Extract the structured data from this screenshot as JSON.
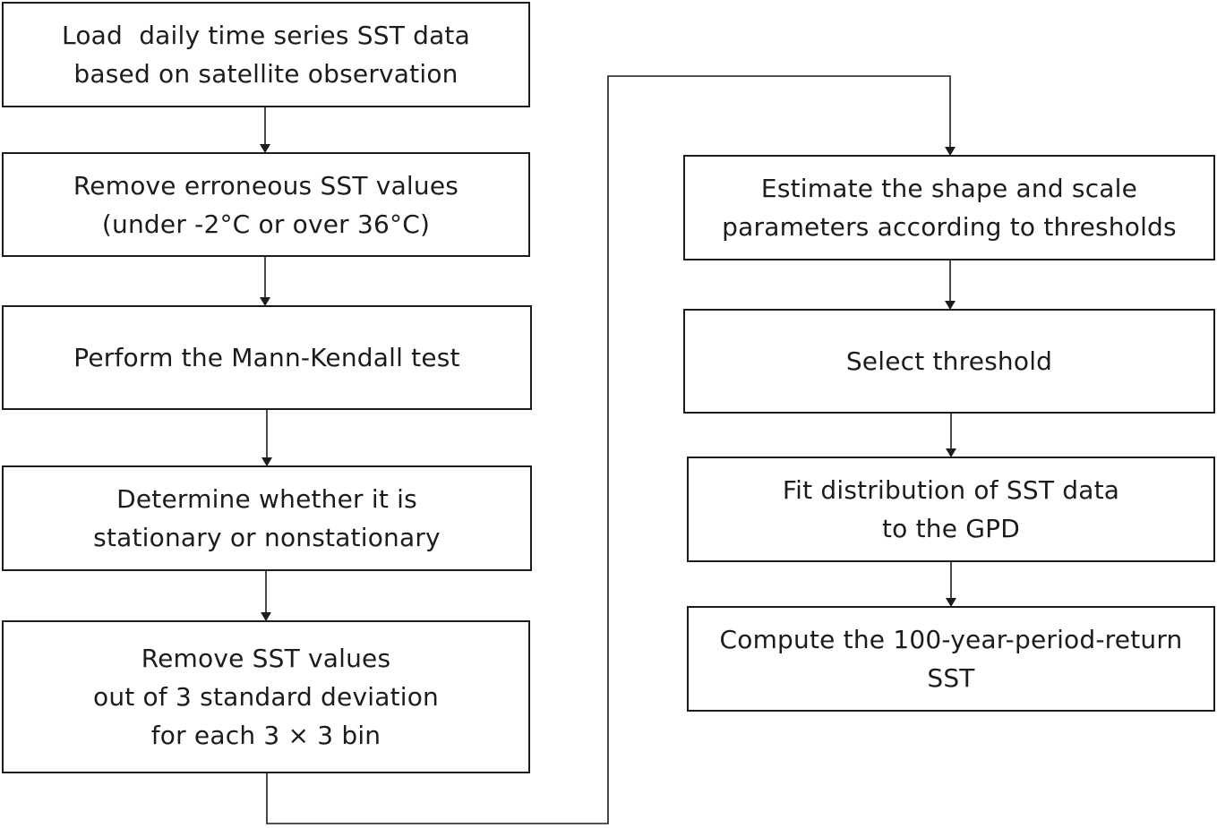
{
  "flowchart": {
    "left_column": [
      {
        "id": "load-data",
        "lines": [
          "Load  daily time series SST data",
          "based on satellite observation"
        ]
      },
      {
        "id": "remove-erroneous",
        "lines": [
          "Remove erroneous SST values",
          "(under -2°C or over 36°C)"
        ]
      },
      {
        "id": "mann-kendall",
        "lines": [
          "Perform the Mann-Kendall test"
        ]
      },
      {
        "id": "stationarity",
        "lines": [
          "Determine whether it is",
          "stationary or nonstationary"
        ]
      },
      {
        "id": "remove-outliers",
        "lines": [
          "Remove SST values",
          "out of 3 standard deviation",
          "for each 3 × 3 bin"
        ]
      }
    ],
    "right_column": [
      {
        "id": "estimate-params",
        "lines": [
          "Estimate the shape and scale",
          "parameters according to thresholds"
        ]
      },
      {
        "id": "select-threshold",
        "lines": [
          "Select threshold"
        ]
      },
      {
        "id": "fit-gpd",
        "lines": [
          "Fit distribution of SST data",
          "to the GPD"
        ]
      },
      {
        "id": "compute-return",
        "lines": [
          "Compute the 100-year-period-return",
          "SST"
        ]
      }
    ]
  },
  "colors": {
    "stroke": "#1c1c1c",
    "background": "#ffffff",
    "text": "#1c1c1c"
  }
}
